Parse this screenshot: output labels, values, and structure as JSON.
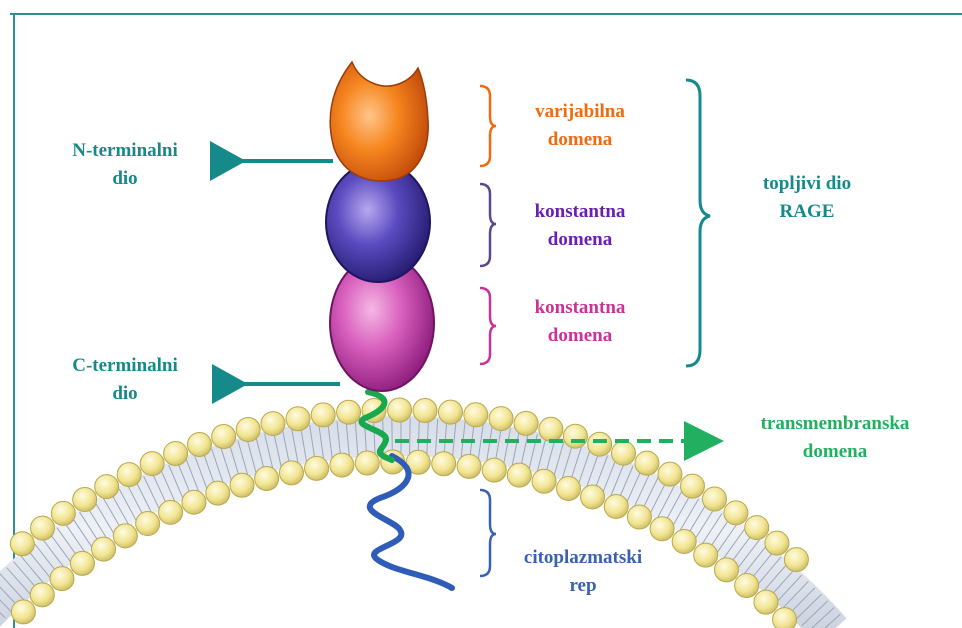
{
  "colors": {
    "frame": "#2f8f95",
    "teal": "#168a8a",
    "orange": "#ef6a11",
    "purple": "#6a1fb0",
    "magenta": "#c8339a",
    "green": "#22b060",
    "blue": "#3a62b0",
    "lipid_head": "#f3ea9c",
    "lipid_tail": "#b9c4d6"
  },
  "labels": {
    "n_terminal": {
      "line1": "N-terminalni",
      "line2": "dio"
    },
    "c_terminal": {
      "line1": "C-terminalni",
      "line2": "dio"
    },
    "variable_domain": {
      "line1": "varijabilna",
      "line2": "domena"
    },
    "constant_domain_1": {
      "line1": "konstantna",
      "line2": "domena"
    },
    "constant_domain_2": {
      "line1": "konstantna",
      "line2": "domena"
    },
    "soluble_rage": {
      "line1": "topljivi dio",
      "line2": "RAGE"
    },
    "transmembrane": {
      "line1": "transmembranska",
      "line2": "domena"
    },
    "cytoplasmic_tail": {
      "line1": "citoplazmatski",
      "line2": "rep"
    }
  }
}
